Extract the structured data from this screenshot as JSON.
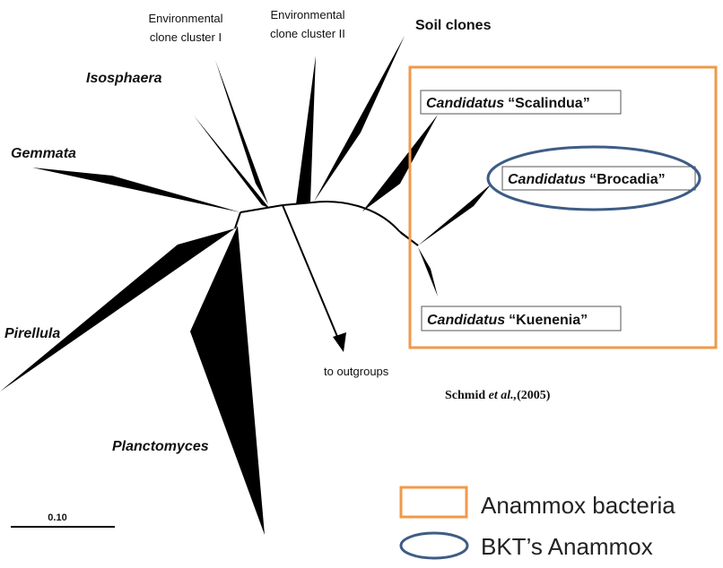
{
  "tree": {
    "labels": {
      "env_cluster_1_line1": "Environmental",
      "env_cluster_1_line2": "clone cluster I",
      "env_cluster_2_line1": "Environmental",
      "env_cluster_2_line2": "clone cluster II",
      "soil_clones": "Soil clones",
      "isosphaera": "Isosphaera",
      "gemmata": "Gemmata",
      "pirellula": "Pirellula",
      "planctomyces": "Planctomyces",
      "to_outgroups": "to outgroups",
      "scale_bar": "0.10"
    },
    "taxa": {
      "genus": "Candidatus",
      "scalindua": "“Scalindua”",
      "brocadia": "“Brocadia”",
      "kuenenia": "“Kuenenia”"
    }
  },
  "citation": {
    "author": "Schmid ",
    "etal": "et al.,",
    "year": "(2005)"
  },
  "legend": {
    "anammox_bacteria": "Anammox bacteria",
    "bkt_anammox": "BKT’s Anammox"
  },
  "colors": {
    "box_orange": "#f0994a",
    "ellipse_blue": "#3e5c86",
    "wedge": "#000000"
  }
}
